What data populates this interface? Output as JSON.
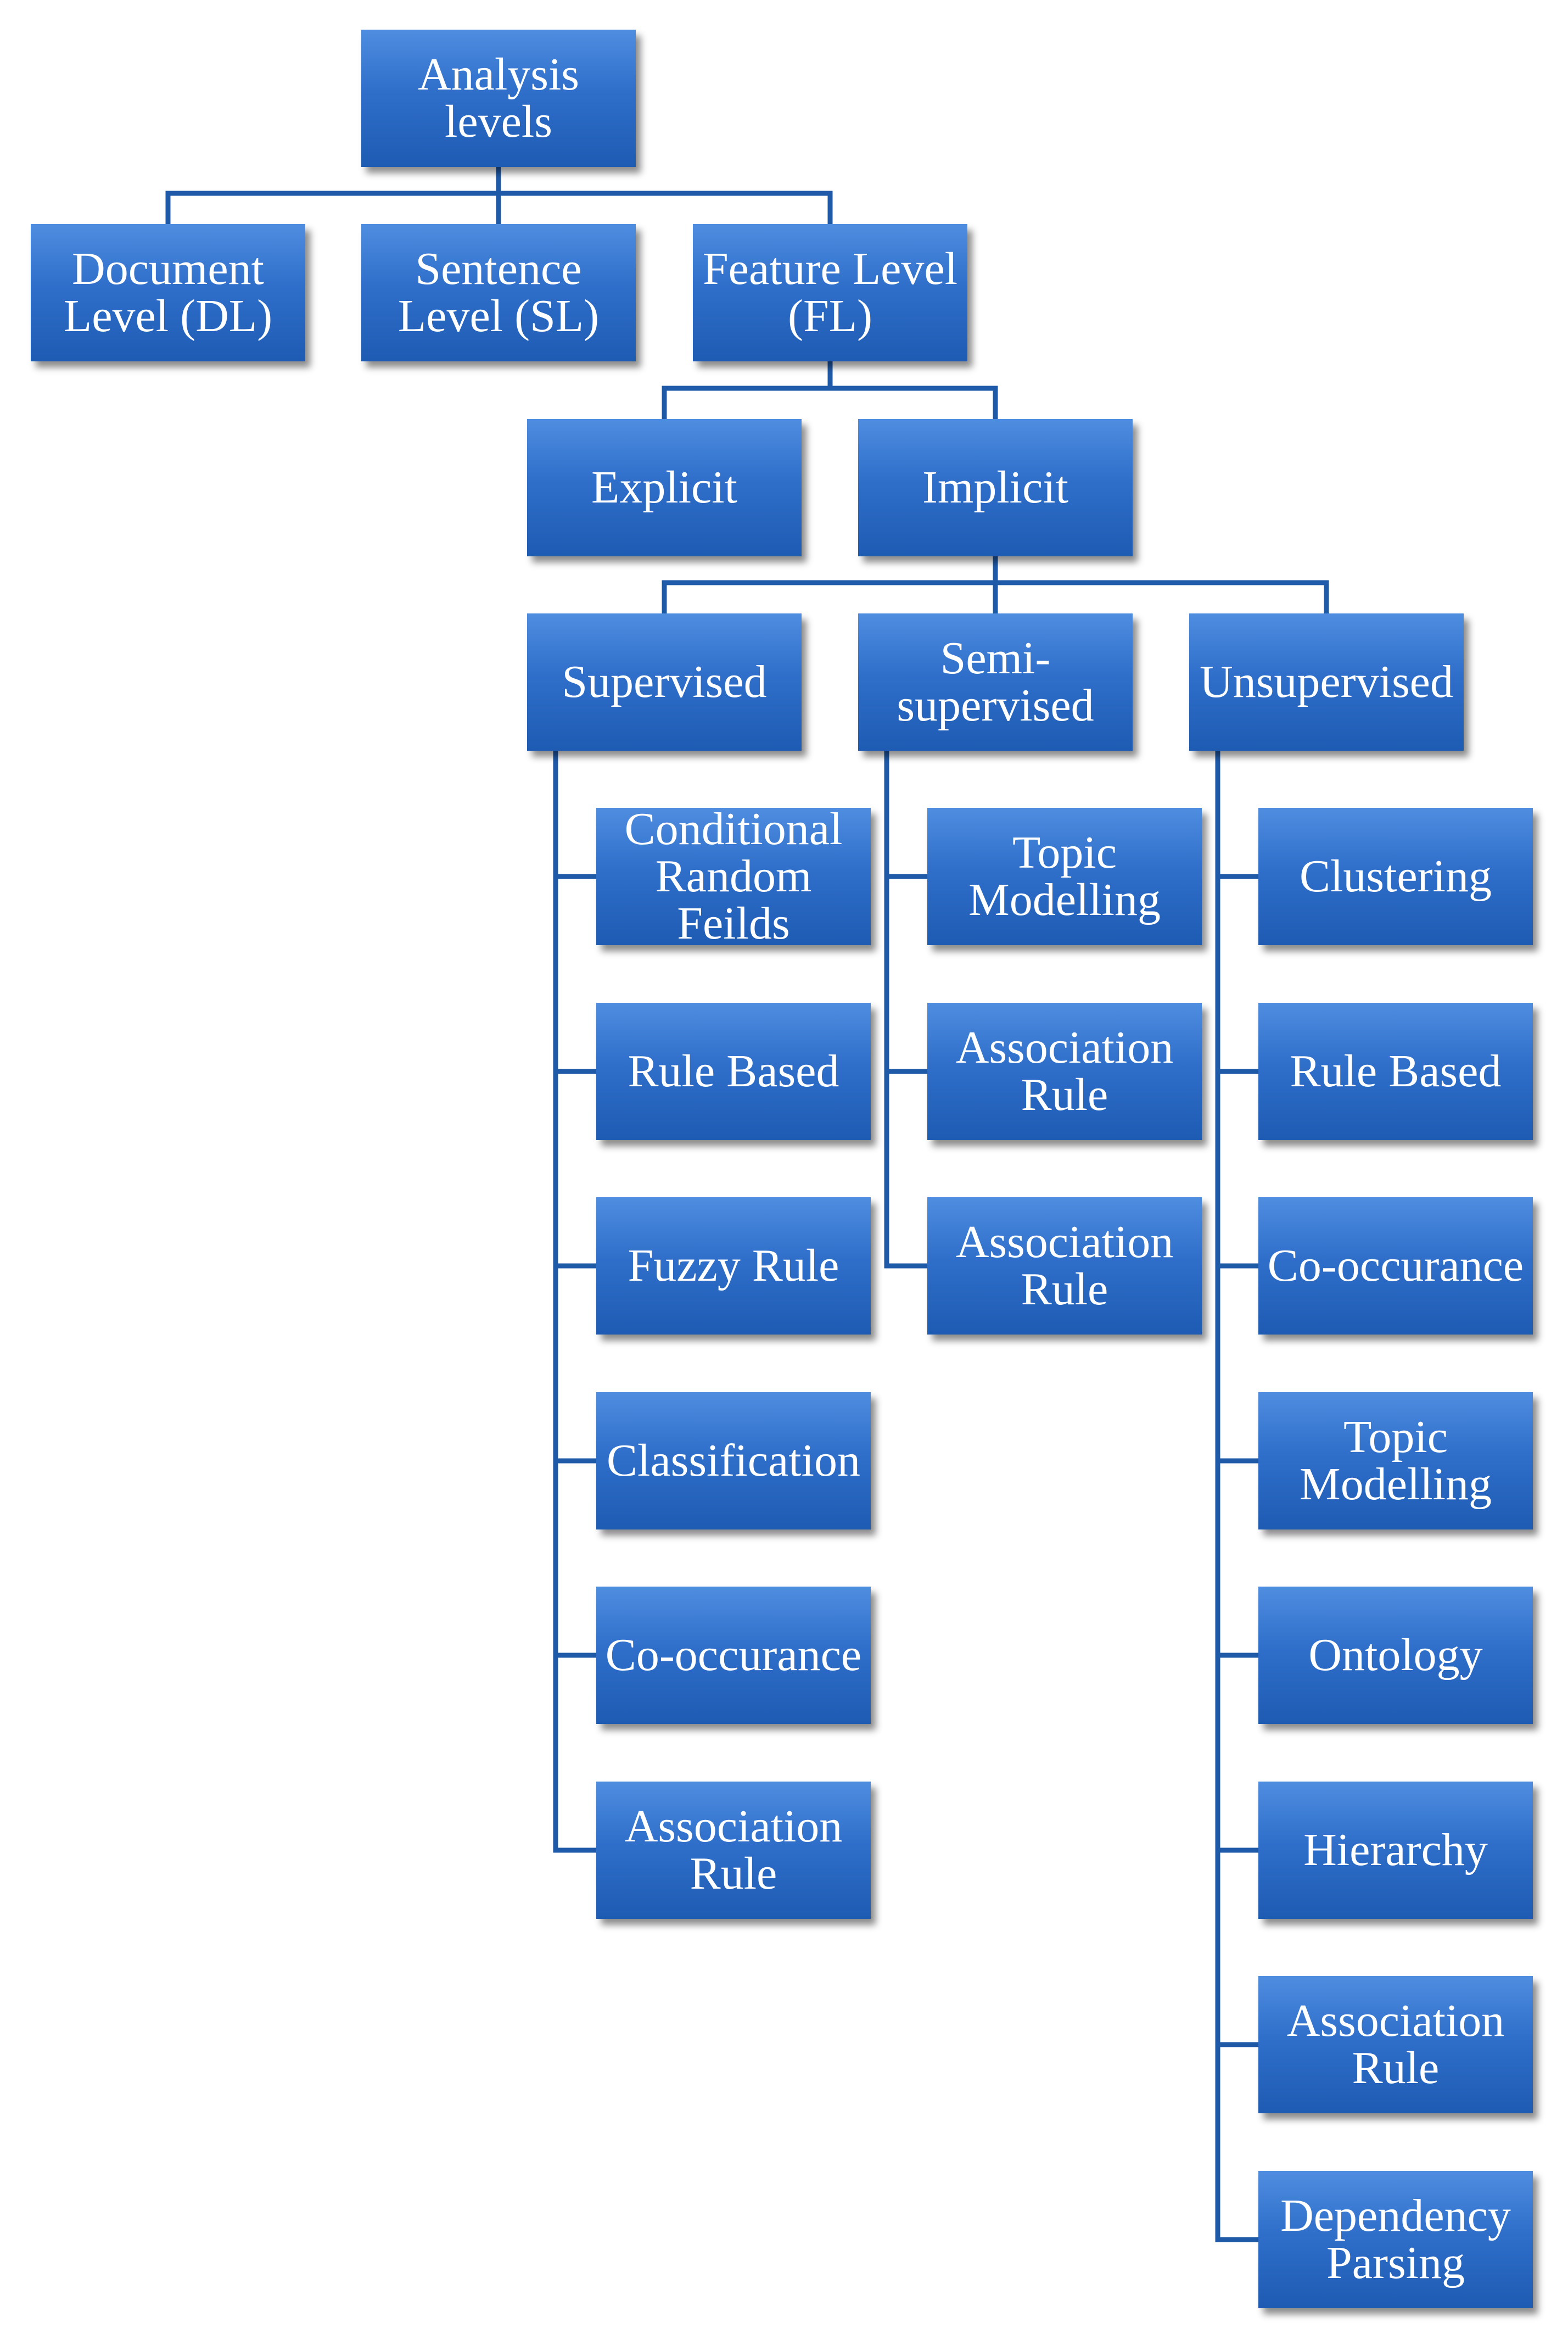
{
  "diagram": {
    "root": {
      "id": "analysis-levels",
      "label": "Analysis\nlevels"
    },
    "levels": [
      {
        "id": "document-level",
        "label": "Document\nLevel (DL)"
      },
      {
        "id": "sentence-level",
        "label": "Sentence\nLevel (SL)"
      },
      {
        "id": "feature-level",
        "label": "Feature Level\n(FL)"
      }
    ],
    "feature_types": [
      {
        "id": "explicit",
        "label": "Explicit"
      },
      {
        "id": "implicit",
        "label": "Implicit"
      }
    ],
    "approaches": [
      {
        "id": "supervised",
        "label": "Supervised",
        "methods": [
          {
            "id": "sup-conditional-random-feilds",
            "label": "Conditional\nRandom\nFeilds"
          },
          {
            "id": "sup-rule-based",
            "label": "Rule Based"
          },
          {
            "id": "sup-fuzzy-rule",
            "label": "Fuzzy Rule"
          },
          {
            "id": "sup-classification",
            "label": "Classification"
          },
          {
            "id": "sup-co-occurance",
            "label": "Co-occurance"
          },
          {
            "id": "sup-association-rule",
            "label": "Association\nRule"
          }
        ]
      },
      {
        "id": "semi-supervised",
        "label": "Semi-\nsupervised",
        "methods": [
          {
            "id": "semi-topic-modelling",
            "label": "Topic\nModelling"
          },
          {
            "id": "semi-association-rule-1",
            "label": "Association\nRule"
          },
          {
            "id": "semi-association-rule-2",
            "label": "Association\nRule"
          }
        ]
      },
      {
        "id": "unsupervised",
        "label": "Unsupervised",
        "methods": [
          {
            "id": "unsup-clustering",
            "label": "Clustering"
          },
          {
            "id": "unsup-rule-based",
            "label": "Rule Based"
          },
          {
            "id": "unsup-co-occurance",
            "label": "Co-occurance"
          },
          {
            "id": "unsup-topic-modelling",
            "label": "Topic\nModelling"
          },
          {
            "id": "unsup-ontology",
            "label": "Ontology"
          },
          {
            "id": "unsup-hierarchy",
            "label": "Hierarchy"
          },
          {
            "id": "unsup-association-rule",
            "label": "Association\nRule"
          },
          {
            "id": "unsup-dependency-parsing",
            "label": "Dependency\nParsing"
          }
        ]
      }
    ]
  },
  "colors": {
    "box_top": "#4f8de0",
    "box_bottom": "#1e5bb3",
    "connector": "#1f5aa8",
    "text": "#ffffff"
  }
}
